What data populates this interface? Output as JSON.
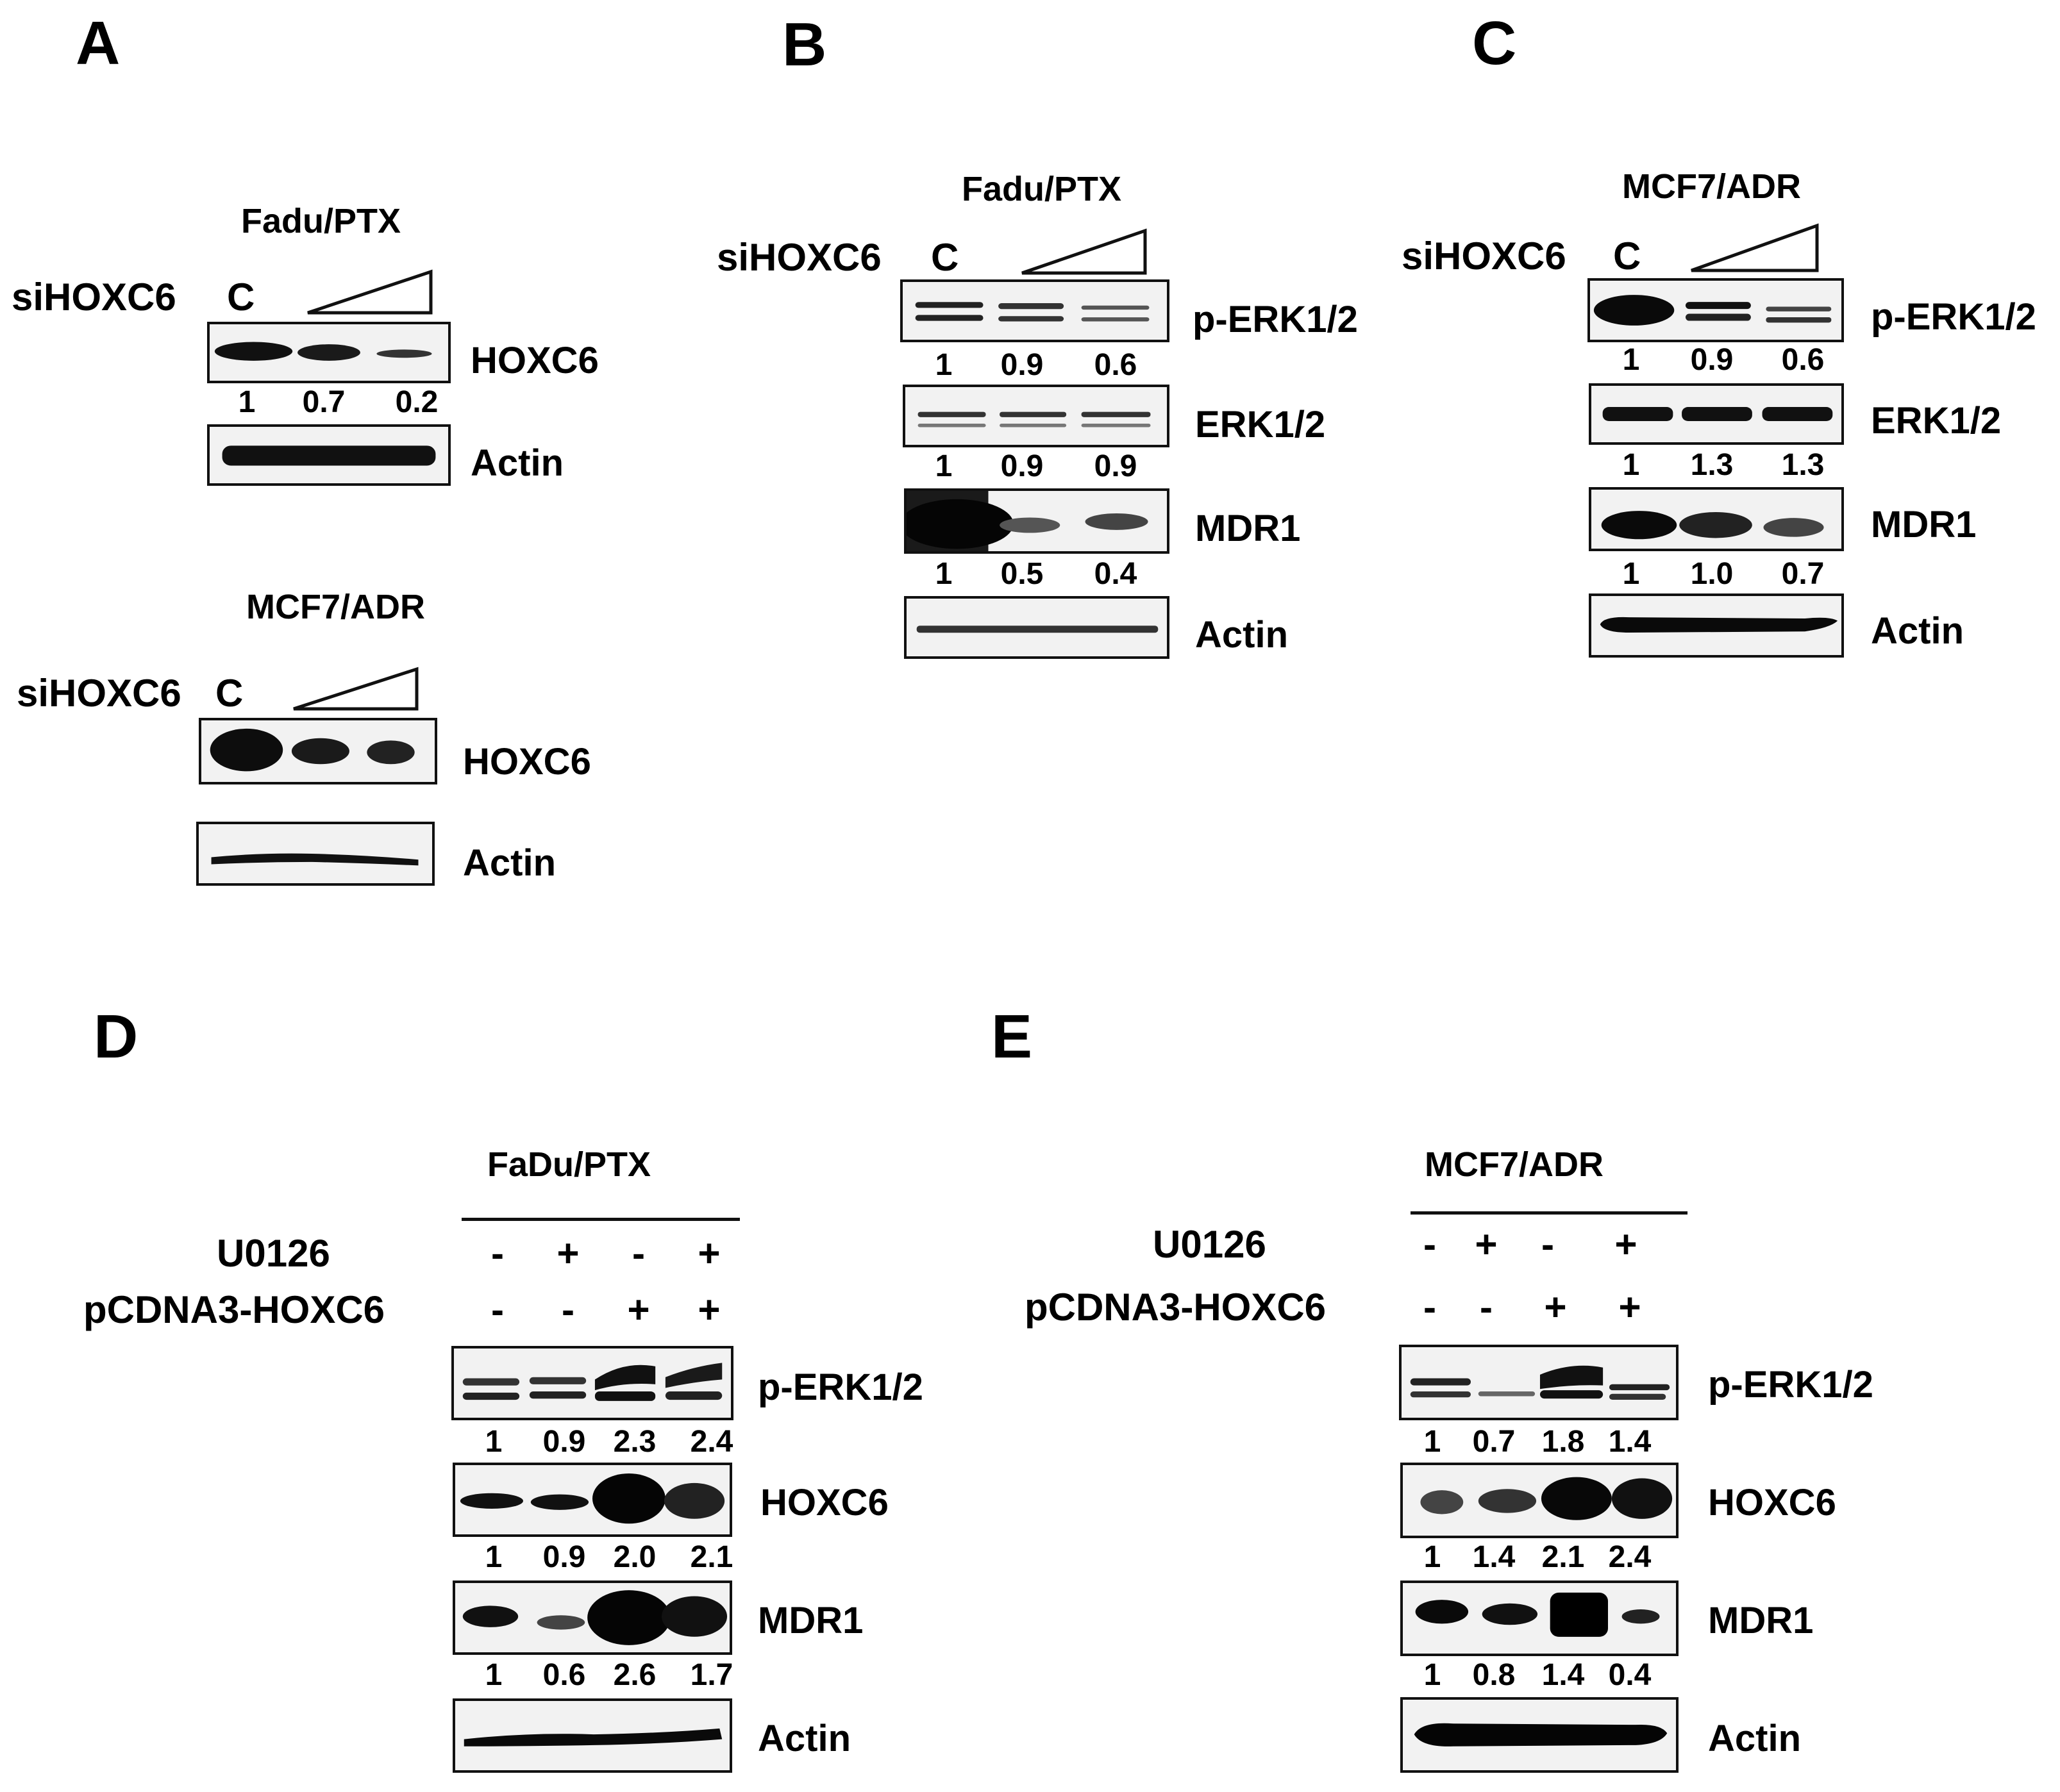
{
  "panels": {
    "A": {
      "letter": "A",
      "fadu": {
        "cell_line": "Fadu/PTX",
        "treatment": "siHOXC6",
        "control": "C",
        "blots": [
          {
            "protein": "HOXC6",
            "quant": [
              "1",
              "0.7",
              "0.2"
            ]
          },
          {
            "protein": "Actin",
            "quant": []
          }
        ]
      },
      "mcf7": {
        "cell_line": "MCF7/ADR",
        "treatment": "siHOXC6",
        "control": "C",
        "blots": [
          {
            "protein": "HOXC6",
            "quant": []
          },
          {
            "protein": "Actin",
            "quant": []
          }
        ]
      }
    },
    "B": {
      "letter": "B",
      "cell_line": "Fadu/PTX",
      "treatment": "siHOXC6",
      "control": "C",
      "blots": [
        {
          "protein": "p-ERK1/2",
          "quant": [
            "1",
            "0.9",
            "0.6"
          ]
        },
        {
          "protein": "ERK1/2",
          "quant": [
            "1",
            "0.9",
            "0.9"
          ]
        },
        {
          "protein": "MDR1",
          "quant": [
            "1",
            "0.5",
            "0.4"
          ]
        },
        {
          "protein": "Actin",
          "quant": []
        }
      ]
    },
    "C": {
      "letter": "C",
      "cell_line": "MCF7/ADR",
      "treatment": "siHOXC6",
      "control": "C",
      "blots": [
        {
          "protein": "p-ERK1/2",
          "quant": [
            "1",
            "0.9",
            "0.6"
          ]
        },
        {
          "protein": "ERK1/2",
          "quant": [
            "1",
            "1.3",
            "1.3"
          ]
        },
        {
          "protein": "MDR1",
          "quant": [
            "1",
            "1.0",
            "0.7"
          ]
        },
        {
          "protein": "Actin",
          "quant": []
        }
      ]
    },
    "D": {
      "letter": "D",
      "cell_line": "FaDu/PTX",
      "conditions": [
        {
          "name": "U0126",
          "signs": [
            "-",
            "+",
            "-",
            "+"
          ]
        },
        {
          "name": "pCDNA3-HOXC6",
          "signs": [
            "-",
            "-",
            "+",
            "+"
          ]
        }
      ],
      "blots": [
        {
          "protein": "p-ERK1/2",
          "quant": [
            "1",
            "0.9",
            "2.3",
            "2.4"
          ]
        },
        {
          "protein": "HOXC6",
          "quant": [
            "1",
            "0.9",
            "2.0",
            "2.1"
          ]
        },
        {
          "protein": "MDR1",
          "quant": [
            "1",
            "0.6",
            "2.6",
            "1.7"
          ]
        },
        {
          "protein": "Actin",
          "quant": []
        }
      ]
    },
    "E": {
      "letter": "E",
      "cell_line": "MCF7/ADR",
      "conditions": [
        {
          "name": "U0126",
          "signs": [
            "-",
            "+",
            "-",
            "+"
          ]
        },
        {
          "name": "pCDNA3-HOXC6",
          "signs": [
            "-",
            "-",
            "+",
            "+"
          ]
        }
      ],
      "blots": [
        {
          "protein": "p-ERK1/2",
          "quant": [
            "1",
            "0.7",
            "1.8",
            "1.4"
          ]
        },
        {
          "protein": "HOXC6",
          "quant": [
            "1",
            "1.4",
            "2.1",
            "2.4"
          ]
        },
        {
          "protein": "MDR1",
          "quant": [
            "1",
            "0.8",
            "1.4",
            "0.4"
          ]
        },
        {
          "protein": "Actin",
          "quant": []
        }
      ]
    }
  }
}
